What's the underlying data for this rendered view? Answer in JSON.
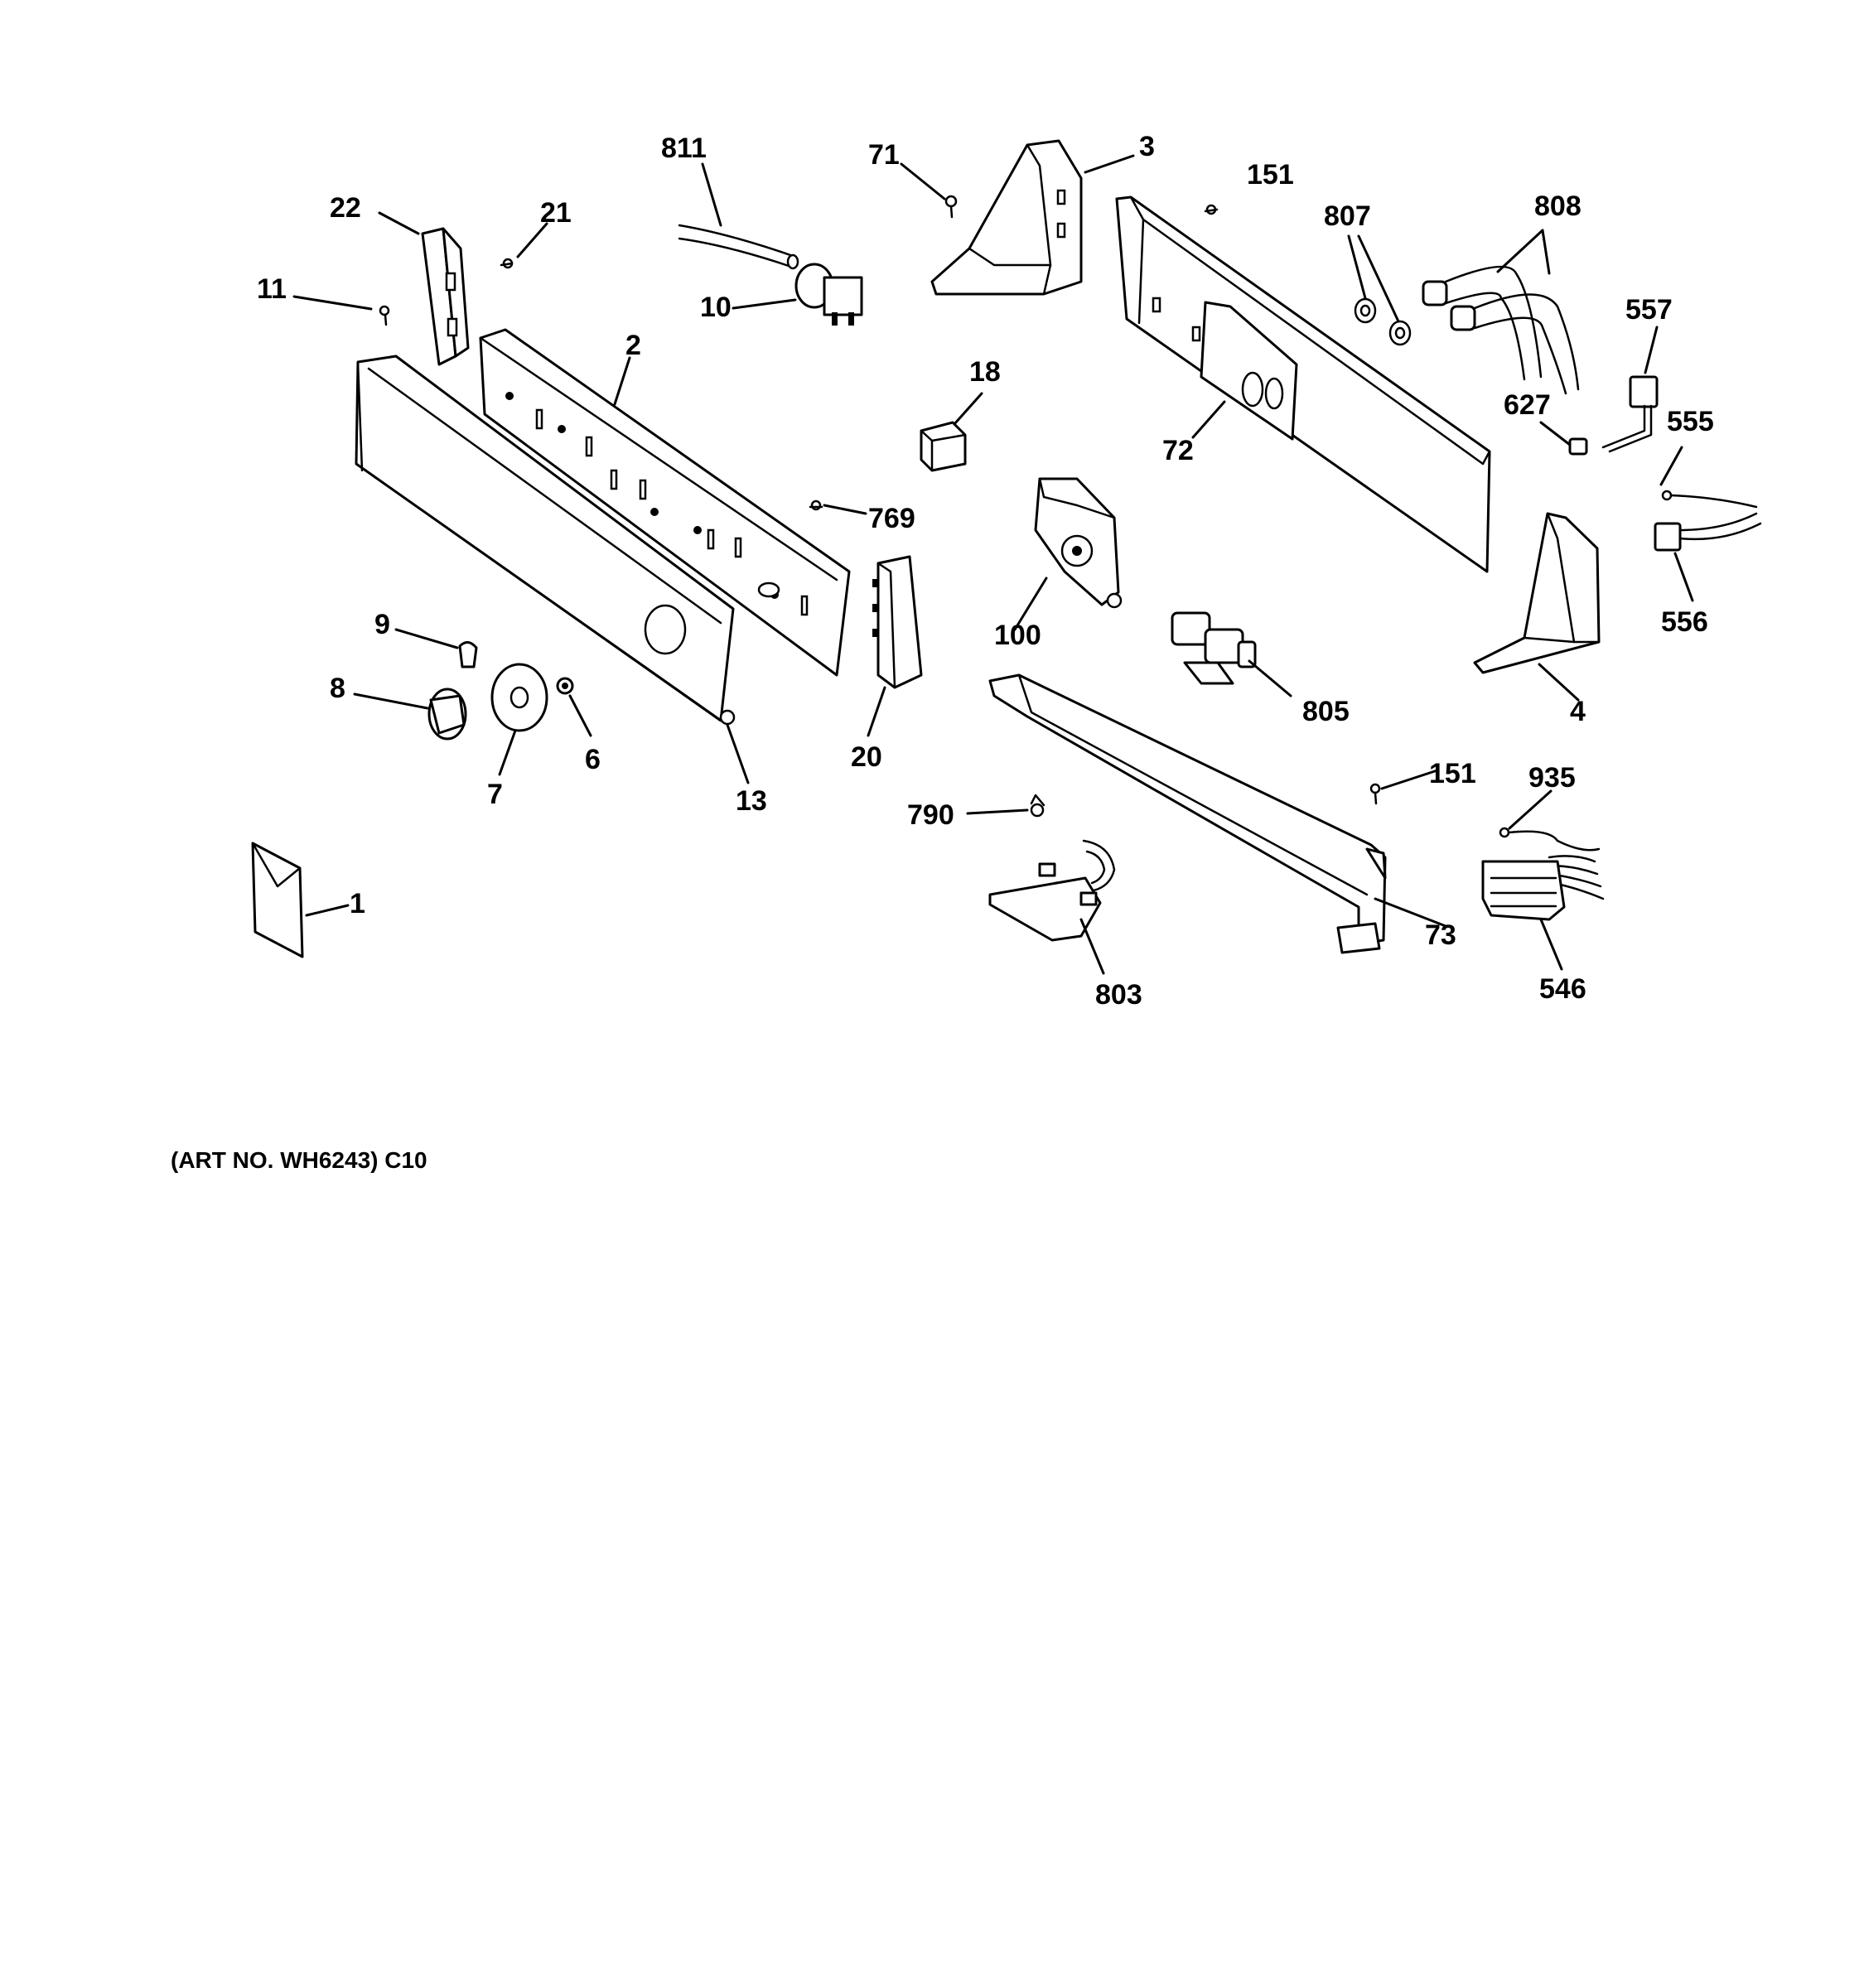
{
  "caption": "(ART NO. WH6243) C10",
  "labels": {
    "p811": "811",
    "p71": "71",
    "p3": "3",
    "p151a": "151",
    "p807": "807",
    "p808": "808",
    "p22": "22",
    "p21": "21",
    "p11": "11",
    "p10": "10",
    "p2": "2",
    "p18": "18",
    "p557": "557",
    "p627": "627",
    "p72": "72",
    "p555": "555",
    "p769": "769",
    "p100": "100",
    "p556": "556",
    "p9": "9",
    "p8": "8",
    "p6": "6",
    "p7": "7",
    "p13": "13",
    "p20": "20",
    "p805": "805",
    "p4": "4",
    "p151b": "151",
    "p935": "935",
    "p790": "790",
    "p1": "1",
    "p73": "73",
    "p803": "803",
    "p546": "546"
  }
}
